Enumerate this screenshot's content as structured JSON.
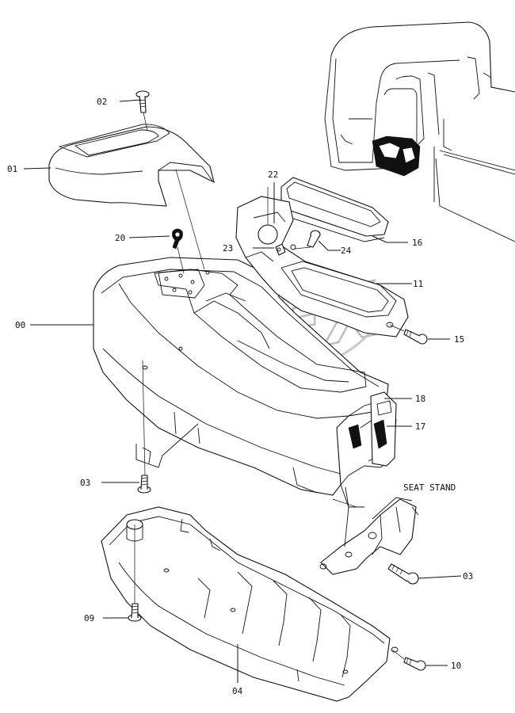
{
  "diagram": {
    "watermark": "OPEX",
    "labels": {
      "p01": "01",
      "p02": "02",
      "p20": "20",
      "p00": "00",
      "p03a": "03",
      "p09": "09",
      "p04": "04",
      "p10": "10",
      "p03b": "03",
      "p22": "22",
      "p23": "23",
      "p24": "24",
      "p16": "16",
      "p11": "11",
      "p15": "15",
      "p18": "18",
      "p17": "17",
      "seat_stand": "SEAT STAND"
    }
  }
}
